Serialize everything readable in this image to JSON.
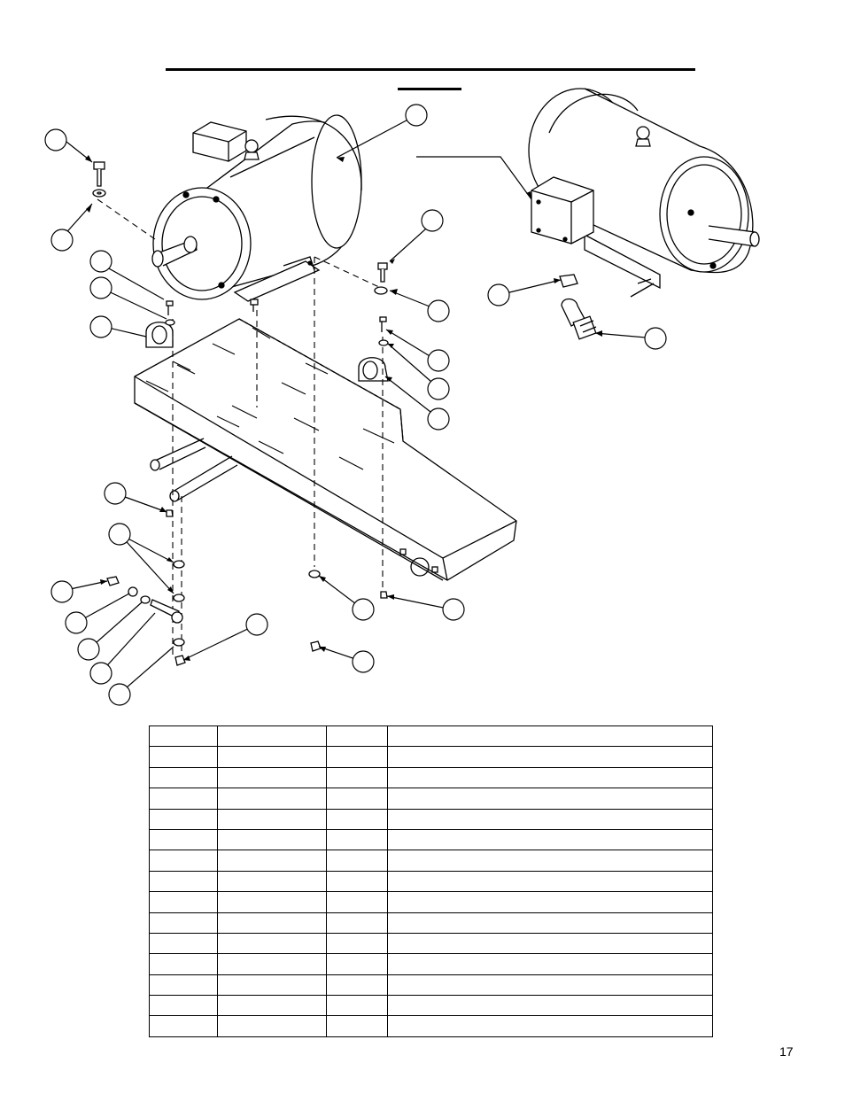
{
  "page": {
    "number": "17"
  },
  "figure": {
    "callouts_count": 24
  },
  "parts_table": {
    "rows": 15,
    "columns": 4
  },
  "icons": [
    "motor-icon",
    "bracket-icon",
    "base-frame-icon",
    "bolt-icon",
    "washer-icon",
    "nut-icon",
    "junction-box-icon",
    "cable-connector-icon"
  ]
}
